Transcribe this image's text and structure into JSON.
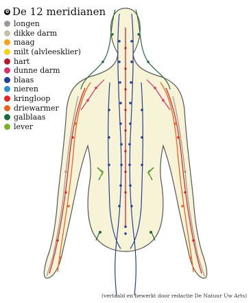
{
  "legend": {
    "title_bullet": "0",
    "title": "De 12 meridianen",
    "items": [
      {
        "label": "longen",
        "color": "#9a9a9a"
      },
      {
        "label": "dikke darm",
        "color": "#c8bfae"
      },
      {
        "label": "maag",
        "color": "#f0a51c"
      },
      {
        "label": "milt (alvleesklier)",
        "color": "#f2d21a"
      },
      {
        "label": "hart",
        "color": "#b01c2e"
      },
      {
        "label": "dunne darm",
        "color": "#d8306a"
      },
      {
        "label": "blaas",
        "color": "#223f95"
      },
      {
        "label": "nieren",
        "color": "#2f8fd0"
      },
      {
        "label": "kringloop",
        "color": "#e32420"
      },
      {
        "label": "driewarmer",
        "color": "#e8641c"
      },
      {
        "label": "galblaas",
        "color": "#1e6a3c"
      },
      {
        "label": "lever",
        "color": "#7bb428"
      }
    ]
  },
  "credit": "(vertaald en bewerkt door redactie De Natuur Uw Arts)",
  "colors": {
    "skin": "#f6f3d7",
    "outline": "#555555"
  }
}
